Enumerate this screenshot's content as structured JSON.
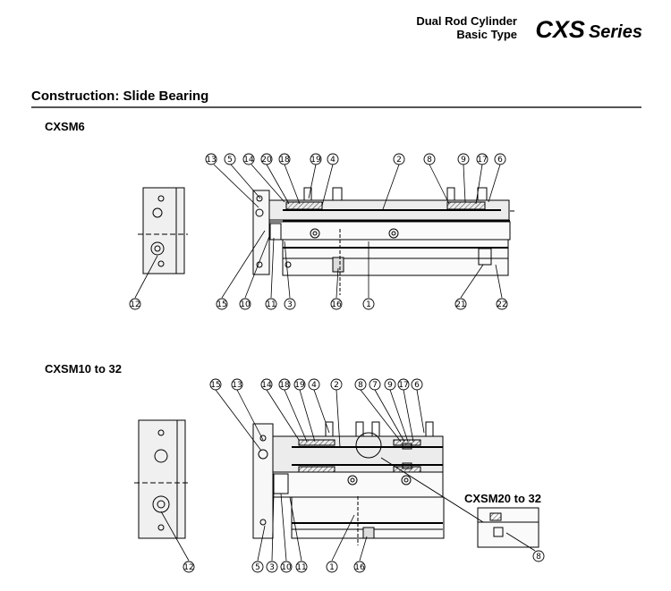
{
  "header": {
    "line1": "Dual Rod Cylinder",
    "line2": "Basic Type",
    "series_prefix": "CXS",
    "series_suffix": "Series"
  },
  "section_title": "Construction: Slide Bearing",
  "diagrams": [
    {
      "title": "CXSM6",
      "callouts_top": [
        "13",
        "5",
        "14",
        "20",
        "18",
        "19",
        "4",
        "2",
        "8",
        "9",
        "17",
        "6"
      ],
      "callouts_bottom": [
        "12",
        "15",
        "10",
        "11",
        "3",
        "16",
        "1",
        "21",
        "22"
      ]
    },
    {
      "title": "CXSM10 to 32",
      "callouts_top": [
        "15",
        "13",
        "14",
        "18",
        "19",
        "4",
        "2",
        "8",
        "7",
        "9",
        "17",
        "6"
      ],
      "callouts_bottom": [
        "12",
        "5",
        "3",
        "10",
        "11",
        "1",
        "16"
      ]
    },
    {
      "title": "CXSM20 to 32",
      "callouts": [
        "8"
      ]
    }
  ]
}
